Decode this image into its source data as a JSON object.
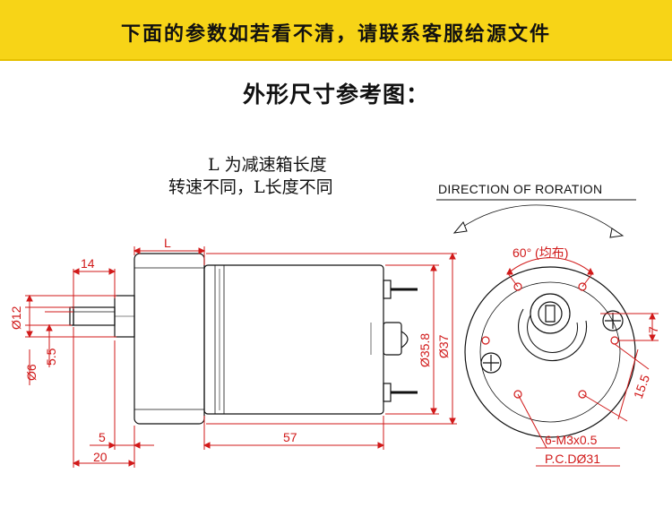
{
  "banner": {
    "text": "下面的参数如若看不清，请联系客服给源文件"
  },
  "title": "外形尺寸参考图：",
  "notes": {
    "line1": "L  为减速箱长度",
    "line2": "转速不同，L长度不同"
  },
  "direction_label": "DIRECTION  OF  RORATION",
  "dimensions": {
    "d14": "14",
    "dL": "L",
    "d12": "Ø12",
    "d6": "Ø6",
    "d55": "5.5",
    "d358": "Ø35.8",
    "d37": "Ø37",
    "d5": "5",
    "d20": "20",
    "d57": "57",
    "d60": "60° (均布)",
    "d7": "7",
    "d155": "15.5",
    "dscrew": "6-M3x0.5",
    "dpcd": "P.C.DØ31"
  },
  "colors": {
    "banner": "#f7d417",
    "dimension": "#d11a1a",
    "outline": "#111111"
  }
}
